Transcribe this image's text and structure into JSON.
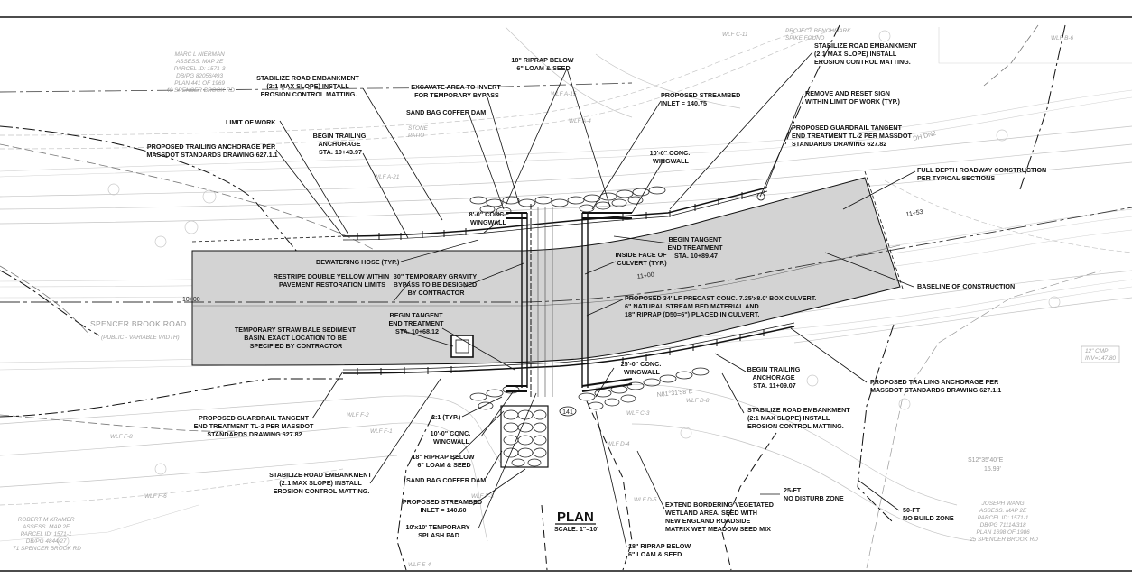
{
  "drawing": {
    "title": "PLAN",
    "scale": "SCALE: 1\"=10'"
  },
  "callouts": {
    "stabilize_nw": [
      "STABILIZE ROAD EMBANKMENT",
      "(2:1 MAX SLOPE) INSTALL",
      "EROSION CONTROL MATTING."
    ],
    "limit_of_work": "LIMIT OF WORK",
    "trailing_anchorage_w": [
      "PROPOSED TRAILING ANCHORAGE PER",
      "MASSDOT STANDARDS DRAWING 627.1.1"
    ],
    "begin_trailing_w": [
      "BEGIN TRAILING",
      "ANCHORAGE",
      "STA. 10+43.97"
    ],
    "excavate": [
      "EXCAVATE AREA TO INVERT",
      "FOR TEMPORARY BYPASS"
    ],
    "sand_bag_n": "SAND BAG COFFER DAM",
    "riprap_n": [
      "18\" RIPRAP BELOW",
      "6\" LOAM & SEED"
    ],
    "inlet_n": [
      "PROPOSED STREAMBED",
      "INLET = 140.75"
    ],
    "wingwall_8": [
      "8'-0\" CONC.",
      "WINGWALL"
    ],
    "wingwall_10_ne": [
      "10'-0\" CONC.",
      "WINGWALL"
    ],
    "stabilize_ne": [
      "STABILIZE ROAD EMBANKMENT",
      "(2:1 MAX SLOPE) INSTALL",
      "EROSION CONTROL MATTING."
    ],
    "remove_sign": [
      "REMOVE AND RESET SIGN",
      "WITHIN LIMIT OF WORK (TYP.)"
    ],
    "guardrail_ne": [
      "PROPOSED GUARDRAIL TANGENT",
      "END TREATMENT TL-2 PER MASSDOT",
      "STANDARDS DRAWING 627.82"
    ],
    "full_depth": [
      "FULL DEPTH ROADWAY CONSTRUCTION",
      "PER TYPICAL SECTIONS"
    ],
    "begin_tangent_e": [
      "BEGIN TANGENT",
      "END TREATMENT",
      "STA. 10+89.47"
    ],
    "inside_face": [
      "INSIDE FACE OF",
      "CULVERT (TYP.)"
    ],
    "dewatering": "DEWATERING HOSE (TYP.)",
    "restripe": [
      "RESTRIPE DOUBLE YELLOW WITHIN",
      "PAVEMENT RESTORATION LIMITS"
    ],
    "bypass_30": [
      "30\" TEMPORARY GRAVITY",
      "BYPASS TO BE DESIGNED",
      "BY CONTRACTOR"
    ],
    "box_culvert": [
      "PROPOSED 34' LF PRECAST CONC. 7.25'x8.0' BOX CULVERT.",
      "6\" NATURAL STREAM BED MATERIAL AND",
      "18\" RIPRAP (D50=6\") PLACED IN CULVERT."
    ],
    "baseline": "BASELINE OF CONSTRUCTION",
    "straw_bale": [
      "TEMPORARY STRAW BALE SEDIMENT",
      "BASIN. EXACT LOCATION TO BE",
      "SPECIFIED BY CONTRACTOR"
    ],
    "begin_tangent_w": [
      "BEGIN TANGENT",
      "END TREATMENT",
      "STA. 10+68.12"
    ],
    "wingwall_25": [
      "25'-0\" CONC.",
      "WINGWALL"
    ],
    "begin_trailing_e": [
      "BEGIN TRAILING",
      "ANCHORAGE",
      "STA. 11+09.07"
    ],
    "trailing_anchorage_e": [
      "PROPOSED TRAILING ANCHORAGE PER",
      "MASSDOT STANDARDS DRAWING 627.1.1"
    ],
    "guardrail_sw": [
      "PROPOSED GUARDRAIL TANGENT",
      "END TREATMENT TL-2 PER MASSDOT",
      "STANDARDS DRAWING 627.82"
    ],
    "slope_21": "2:1 (TYP.)",
    "wingwall_10_s": [
      "10'-0\" CONC.",
      "WINGWALL"
    ],
    "riprap_s1": [
      "18\" RIPRAP BELOW",
      "6\" LOAM & SEED"
    ],
    "sand_bag_s": "SAND BAG COFFER DAM",
    "inlet_s": [
      "PROPOSED STREAMBED",
      "INLET = 140.60"
    ],
    "splash_pad": [
      "10'x10' TEMPORARY",
      "SPLASH PAD"
    ],
    "stabilize_sw": [
      "STABILIZE ROAD EMBANKMENT",
      "(2:1 MAX SLOPE) INSTALL",
      "EROSION CONTROL MATTING."
    ],
    "stabilize_se": [
      "STABILIZE ROAD EMBANKMENT",
      "(2:1 MAX SLOPE) INSTALL",
      "EROSION CONTROL MATTING."
    ],
    "no_disturb": [
      "25-FT",
      "NO DISTURB ZONE"
    ],
    "no_build": [
      "50-FT",
      "NO BUILD ZONE"
    ],
    "extend_wetland": [
      "EXTEND BORDERING VEGETATED",
      "WETLAND AREA. SEED WITH",
      "NEW ENGLAND ROADSIDE",
      "MATRIX WET MEADOW SEED MIX"
    ],
    "riprap_s2": [
      "18\" RIPRAP BELOW",
      "6\" LOAM & SEED"
    ]
  },
  "background": {
    "owner_nw": [
      "MARC L NIERMAN",
      "ASSESS. MAP 2E",
      "PARCEL ID: 1571-3",
      "DB/PG 82056/493",
      "PLAN 441 OF 1969",
      "40 SPENCER BROOK RD"
    ],
    "owner_sw": [
      "ROBERT M KRAMER",
      "ASSESS. MAP 2E",
      "PARCEL ID: 1571-1",
      "DB/PG 4844/27",
      "71 SPENCER BROOK RD"
    ],
    "owner_se": [
      "JOSEPH WANG",
      "ASSESS. MAP 2E",
      "PARCEL ID: 1571-1",
      "DB/PG 71114/318",
      "PLAN 1698 OF 1986",
      "25 SPENCER BROOK RD"
    ],
    "road_name": "SPENCER BROOK ROAD",
    "road_sub": "(PUBLIC - VARIABLE WIDTH)",
    "benchmark": [
      "PROJECT BENCHMARK",
      "SPIKE FOUND"
    ],
    "cmp": [
      "12\" CMP",
      "INV=147.80"
    ],
    "bearing_1": "N81°31'58\"E",
    "bearing_2": "S12°35'40\"E",
    "dist_2": "15.99'",
    "stone_patio": [
      "STONE",
      "PATIO"
    ],
    "dh_dn2": "DH DN2",
    "sta_10": "10+00",
    "sta_11": "11+00",
    "sta_1153": "11+53",
    "spot_141": "141",
    "wlf_tags": [
      "WLF F-8",
      "WLF F-6",
      "WLF F-1",
      "WLF F-2",
      "WLF F-3",
      "WLF E-4",
      "WLF A-21",
      "WLF A-15",
      "WLF A-4",
      "WLF C-11",
      "WLF B-6",
      "WLF D-4",
      "WLF D-8",
      "WLF D-5",
      "WLF C-3"
    ]
  }
}
